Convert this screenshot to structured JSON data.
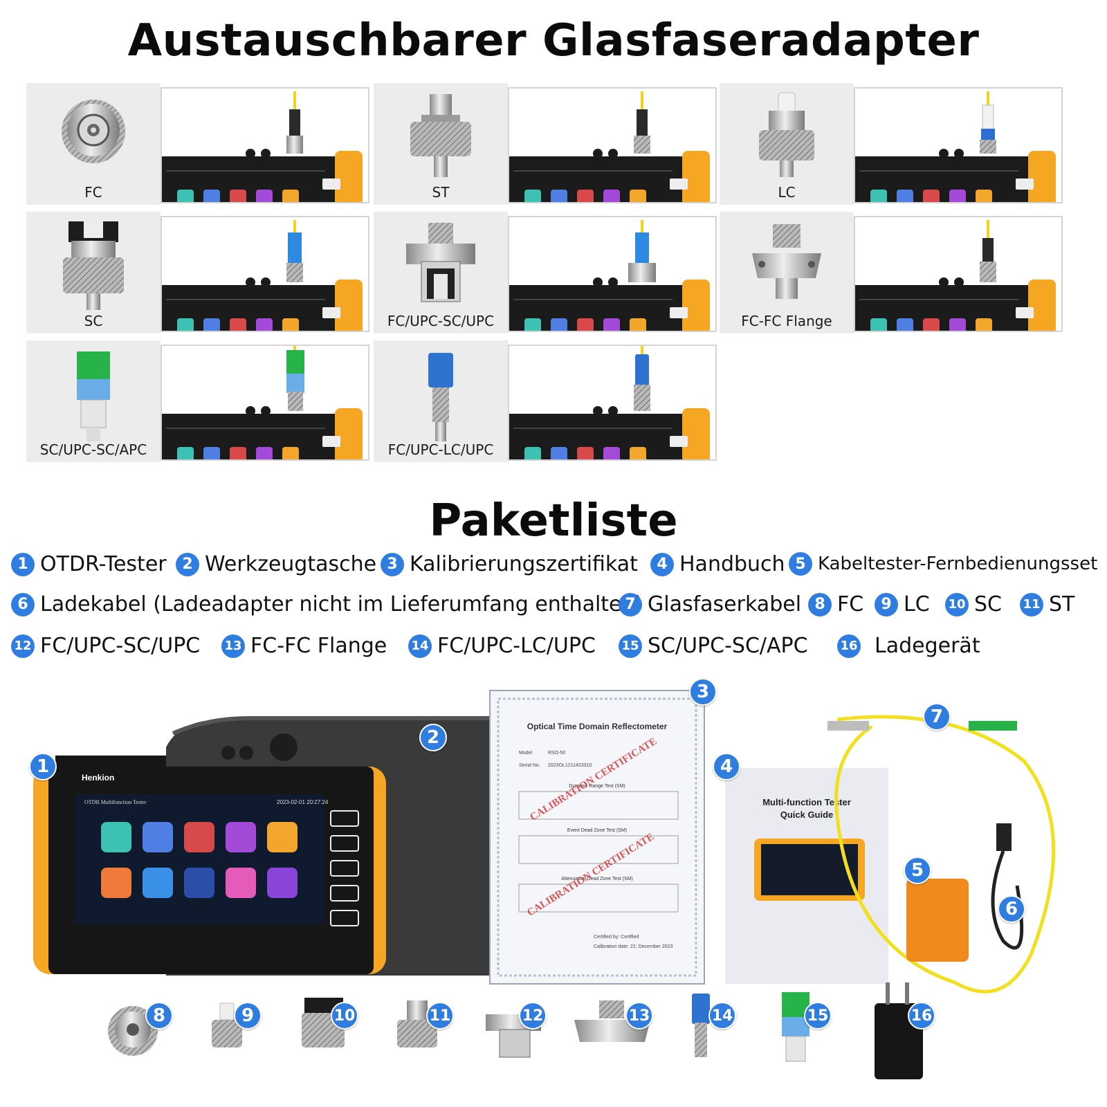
{
  "header": {
    "title": "Austauschbarer Glasfaseradapter"
  },
  "adapters": [
    {
      "label": "FC"
    },
    {
      "label": "ST"
    },
    {
      "label": "LC"
    },
    {
      "label": "SC"
    },
    {
      "label": "FC/UPC-SC/UPC"
    },
    {
      "label": "FC-FC Flange"
    },
    {
      "label": "SC/UPC-SC/APC"
    },
    {
      "label": "FC/UPC-LC/UPC"
    }
  ],
  "device_screen": {
    "brand": "Henkion",
    "model_title": "OTDR Multifunction Tester",
    "datetime": "2023-02-01 20:27:24"
  },
  "package": {
    "title": "Paketliste",
    "items": [
      {
        "num": "1",
        "label": "OTDR-Tester"
      },
      {
        "num": "2",
        "label": "Werkzeugtasche"
      },
      {
        "num": "3",
        "label": "Kalibrierungszertifikat"
      },
      {
        "num": "4",
        "label": "Handbuch"
      },
      {
        "num": "5",
        "label": "Kabeltester-Fernbedienungsset"
      },
      {
        "num": "6",
        "label": "Ladekabel (Ladeadapter nicht im Lieferumfang enthalten)"
      },
      {
        "num": "7",
        "label": "Glasfaserkabel"
      },
      {
        "num": "8",
        "label": "FC"
      },
      {
        "num": "9",
        "label": "LC"
      },
      {
        "num": "10",
        "label": "SC"
      },
      {
        "num": "11",
        "label": "ST"
      },
      {
        "num": "12",
        "label": "FC/UPC-SC/UPC"
      },
      {
        "num": "13",
        "label": "FC-FC Flange"
      },
      {
        "num": "14",
        "label": "FC/UPC-LC/UPC"
      },
      {
        "num": "15",
        "label": "SC/UPC-SC/APC"
      },
      {
        "num": "16",
        "label": "Ladegerät"
      }
    ]
  },
  "certificate": {
    "title": "Optical Time Domain Reflectometer",
    "model_label": "Model",
    "model_value": "RSO-50",
    "serial_label": "Serial No.",
    "serial_value": "2023OL1211423310",
    "stamp": "CALIBRATION CERTIFICATE",
    "section1": "Dynamic Range Test (SM)",
    "section2": "Event Dead Zone Test (SM)",
    "section3": "Attenuation Dead Zone Test (SM)",
    "certified_by": "Certified by:  Certified",
    "calibration_date": "Calibration date:  22, December 2023"
  },
  "manual": {
    "title_line1": "Multi-function Tester",
    "title_line2": "Quick Guide"
  },
  "colors": {
    "accent": "#2f7de1",
    "device_orange": "#f5a623",
    "cable_yellow": "#f2e01f",
    "remote_orange": "#f08a1c"
  }
}
